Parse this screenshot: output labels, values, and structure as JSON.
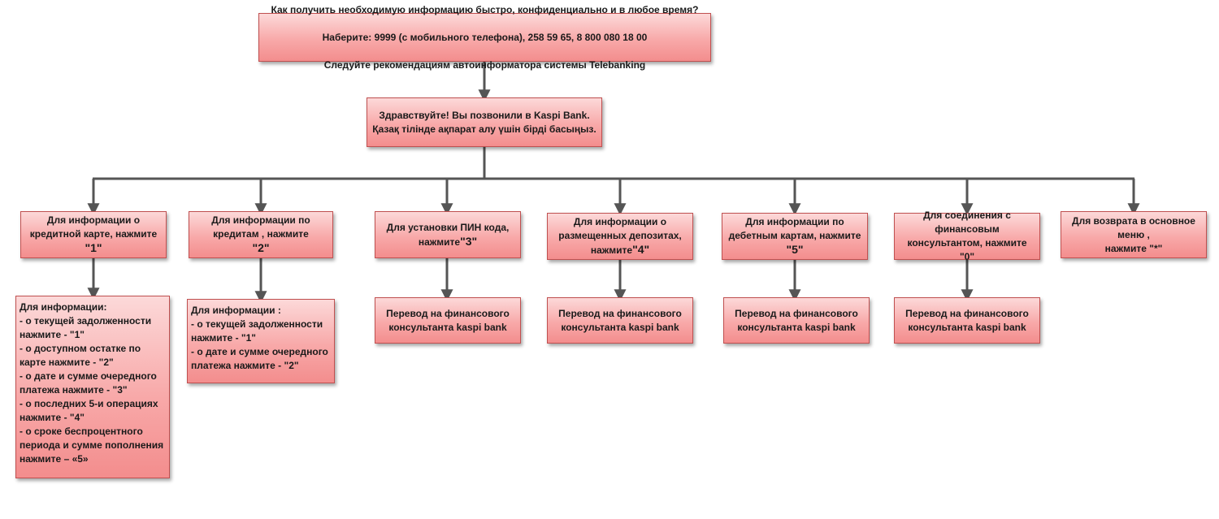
{
  "top": {
    "line1": "Как получить необходимую информацию быстро, конфиденциально и в любое время?",
    "line2": "Наберите: 9999  (с мобильного телефона), 258 59 65, 8 800 080 18 00",
    "line3": "Следуйте рекомендациям автоинформатора системы Telebanking"
  },
  "greeting": "Здравствуйте! Вы позвонили в Kaspi Bank. Қазақ тілінде ақпарат алу үшін бірді басыңыз.",
  "options": [
    {
      "text": "Для информации о кредитной карте, нажмите",
      "key": "\"1\""
    },
    {
      "text": "Для информации по кредитам , нажмите",
      "key": "\"2\""
    },
    {
      "text": "Для установки ПИН кода, нажмите",
      "key": "\"3\""
    },
    {
      "text": "Для информации о размещенных депозитах, нажмите",
      "key": "\"4\""
    },
    {
      "text": "Для информации по дебетным картам, нажмите",
      "key": "\"5\""
    },
    {
      "text": "Для соединения с финансовым консультантом, нажмите",
      "key": "\"0\""
    },
    {
      "text": "Для возврата в основное меню ,\nнажмите",
      "key": "\"*\""
    }
  ],
  "sub": {
    "credit_card": "Для  информации:\n- о текущей задолженности нажмите - \"1\"\n- о доступном остатке по карте нажмите - \"2\"\n- о дате и сумме очередного платежа нажмите - \"3\"\n- о последних 5-и операциях нажмите - \"4\"\n- о  сроке беспроцентного периода и сумме пополнения нажмите – «5»",
    "credits": "Для  информации :\n- о текущей задолженности нажмите - \"1\"\n- о дате и сумме очередного платежа нажмите - \"2\"",
    "transfer": "Перевод на финансового консультанта kaspi bank"
  }
}
